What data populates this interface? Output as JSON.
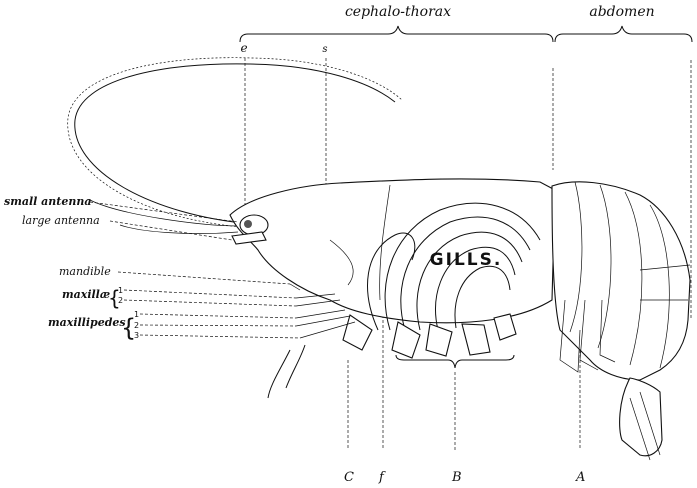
{
  "sections": {
    "cephalothorax": "cephalo-thorax",
    "abdomen": "abdomen"
  },
  "top_markers": {
    "e": "e",
    "s": "s"
  },
  "body_label": "GILLS.",
  "left_labels": {
    "small_antenna": "small antenna",
    "large_antenna": "large antenna",
    "mandible": "mandible",
    "maxillae": "maxillæ",
    "maxillipedes": "maxillipedes"
  },
  "maxillae_numbers": [
    "1",
    "2"
  ],
  "maxillipedes_numbers": [
    "1",
    "2",
    "3"
  ],
  "bottom_labels": {
    "C": "C",
    "f": "f",
    "B": "B",
    "A": "A"
  }
}
